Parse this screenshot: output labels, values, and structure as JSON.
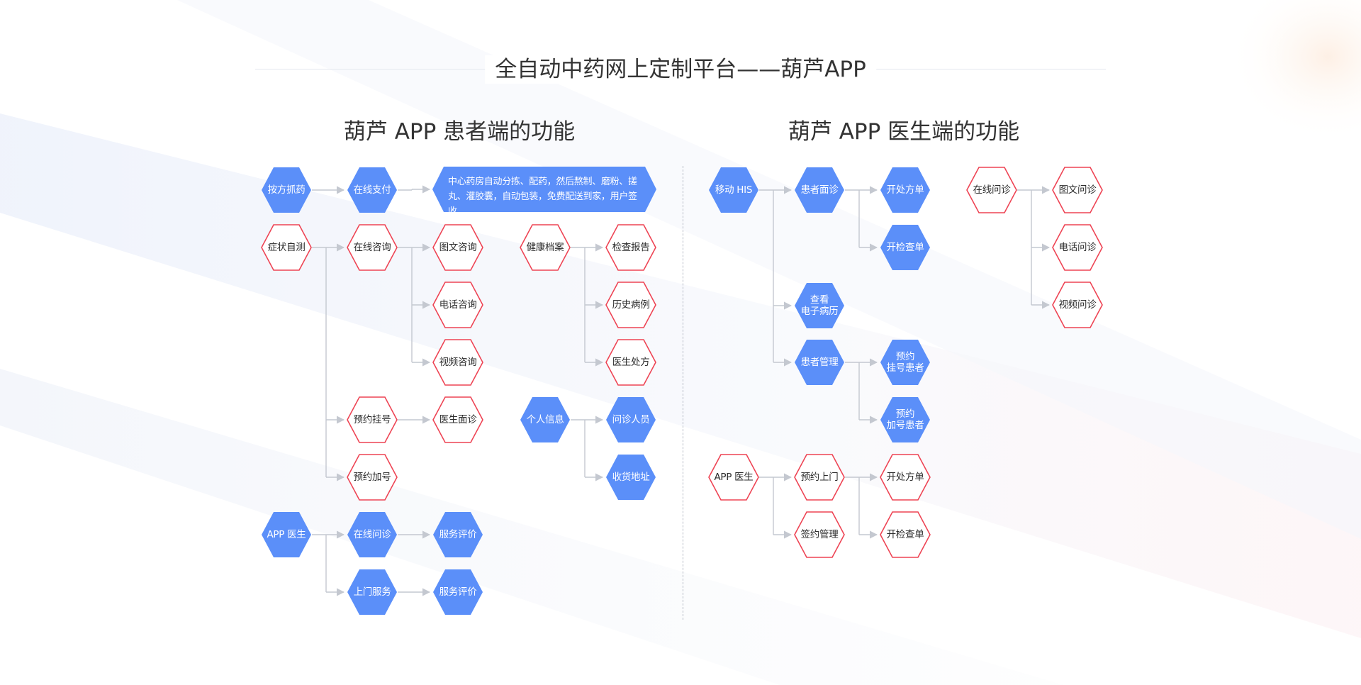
{
  "title": "全自动中药网上定制平台——葫芦APP",
  "patient_section": {
    "title": "葫芦 APP 患者端的功能"
  },
  "doctor_section": {
    "title": "葫芦 APP 医生端的功能"
  },
  "colors": {
    "blue_fill": "#5b8ff9",
    "red_outline": "#ee4454",
    "connector": "#c4c8d0",
    "text": "#333333"
  },
  "nodes": {
    "anfang": "按方抓药",
    "zaixian_zhifu": "在线支付",
    "process_desc": "中心药房自动分拣、配药，然后熬制、磨粉、搓丸、灌胶囊，自动包装，免费配送到家，用户签收",
    "zhengzhuang": "症状自测",
    "zaixian_zixun": "在线咨询",
    "tuwen_zixun": "图文咨询",
    "dianhua_zixun": "电话咨询",
    "shipin_zixun": "视频咨询",
    "yuyue_guahao": "预约挂号",
    "yisheng_mianzhen": "医生面诊",
    "yuyue_jiahao": "预约加号",
    "jiankang_dangan": "健康档案",
    "jiancha_baogao": "检查报告",
    "lishi_bingli": "历史病例",
    "yisheng_chufang": "医生处方",
    "geren_xinxi": "个人信息",
    "wenzhen_renyuan": "问诊人员",
    "shouhuo_dizhi": "收货地址",
    "app_yisheng_p": "APP 医生",
    "zaixian_wenzhen_p": "在线问诊",
    "fuwu_pingjia_1": "服务评价",
    "shangmen_fuwu": "上门服务",
    "fuwu_pingjia_2": "服务评价",
    "yidong_his": "移动 HIS",
    "huanzhe_mianzhen": "患者面诊",
    "kaichu_fangdan_1": "开处方单",
    "kaijian_chadan_1": "开检查单",
    "chakan_bingli": "查看\n电子病历",
    "huanzhe_guanli": "患者管理",
    "yuyue_guahao_huanzhe": "预约\n挂号患者",
    "yuyue_jiahao_huanzhe": "预约\n加号患者",
    "app_yisheng_d": "APP 医生",
    "yuyue_shangmen": "预约上门",
    "kaichu_fangdan_2": "开处方单",
    "qianyue_guanli": "签约管理",
    "kaijian_chadan_2": "开检查单",
    "zaixian_wenzhen_d": "在线问诊",
    "tuwen_wenzhen": "图文问诊",
    "dianhua_wenzhen": "电话问诊",
    "shipin_wenzhen": "视频问诊"
  }
}
